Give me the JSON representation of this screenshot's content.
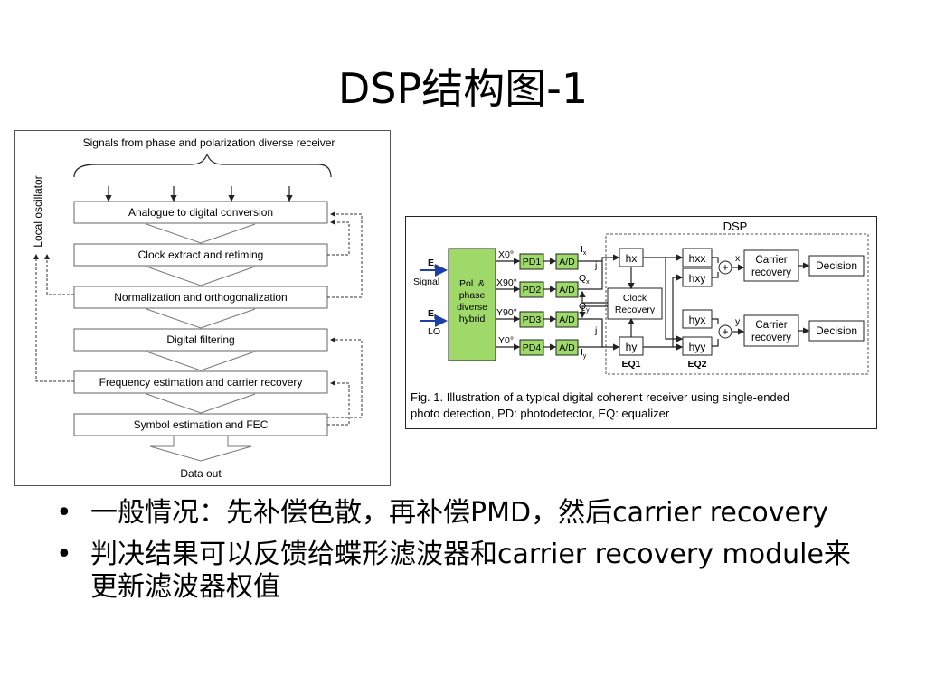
{
  "slide": {
    "title": "DSP结构图-1",
    "bullets": [
      {
        "text": "一般情况：先补偿色散，再补偿PMD，然后carrier recovery"
      },
      {
        "text": "判决结果可以反馈给蝶形滤波器和carrier recovery module来更新滤波器权值"
      }
    ],
    "bullet_char": "•"
  },
  "left_figure": {
    "top_label": "Signals from phase and polarization diverse receiver",
    "side_label": "Local oscillator",
    "blocks": [
      "Analogue to digital conversion",
      "Clock extract and retiming",
      "Normalization and orthogonalization",
      "Digital filtering",
      "Frequency estimation and carrier recovery",
      "Symbol estimation and FEC"
    ],
    "bottom_label": "Data out"
  },
  "right_figure": {
    "dsp_label": "DSP",
    "es": "E",
    "es_sub": "s",
    "signal": "Signal",
    "el": "E",
    "el_sub": "L",
    "lo": "LO",
    "hybrid": [
      "Pol. &",
      "phase",
      "diverse",
      "hybrid"
    ],
    "ports": [
      "X0°",
      "X90°",
      "Y90°",
      "Y0°"
    ],
    "pds": [
      "PD1",
      "PD2",
      "PD3",
      "PD4"
    ],
    "ad": "A/D",
    "iq": [
      {
        "main": "I",
        "sub": "x"
      },
      {
        "main": "Q",
        "sub": "x"
      },
      {
        "main": "Q",
        "sub": "y"
      },
      {
        "main": "I",
        "sub": "y"
      }
    ],
    "j": "j",
    "hx": "hx",
    "hy": "hy",
    "clock": [
      "Clock",
      "Recovery"
    ],
    "hxx": "hxx",
    "hxy": "hxy",
    "hyx": "hyx",
    "hyy": "hyy",
    "plus": "+",
    "x_out": "x",
    "y_out": "y",
    "carrier": [
      "Carrier",
      "recovery"
    ],
    "decision": "Decision",
    "eq1": "EQ1",
    "eq2": "EQ2",
    "caption": [
      "Fig. 1.  Illustration of a typical digital coherent receiver using single-ended",
      "photo detection, PD: photodetector, EQ: equalizer"
    ]
  }
}
